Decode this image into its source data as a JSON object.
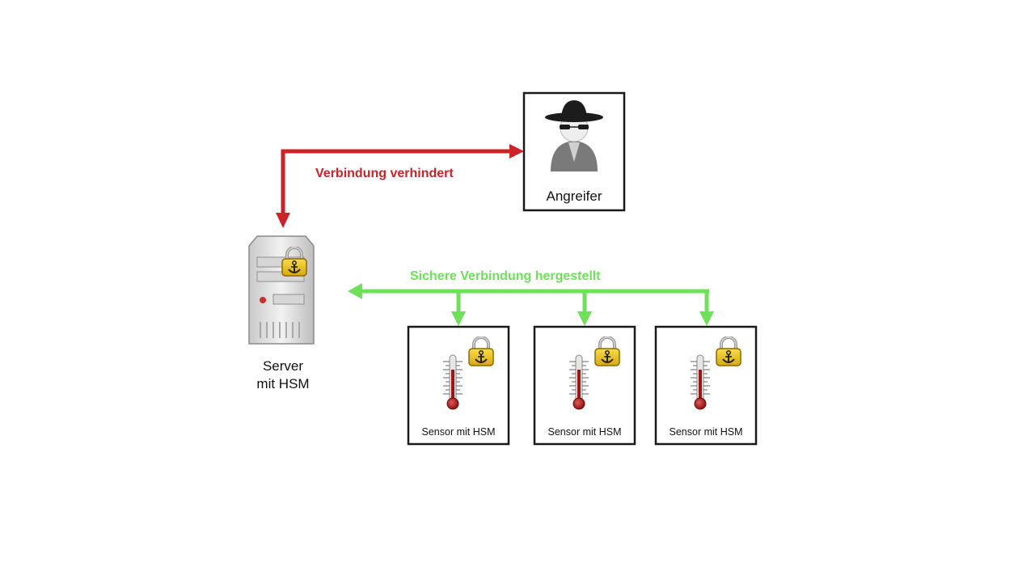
{
  "labels": {
    "blocked_connection": "Verbindung verhindert",
    "secure_connection": "Sichere Verbindung hergestellt",
    "attacker": "Angreifer",
    "server_line1": "Server",
    "server_line2": "mit HSM",
    "sensors": [
      "Sensor mit HSM",
      "Sensor mit HSM",
      "Sensor mit HSM"
    ]
  },
  "colors": {
    "blocked": "#cc2229",
    "secure": "#6ee05a",
    "lock": "#e8c21c"
  },
  "icons": {
    "attacker": "spy-icon",
    "server": "server-icon",
    "sensor": "thermometer-icon",
    "lock": "padlock-anchor-icon"
  }
}
